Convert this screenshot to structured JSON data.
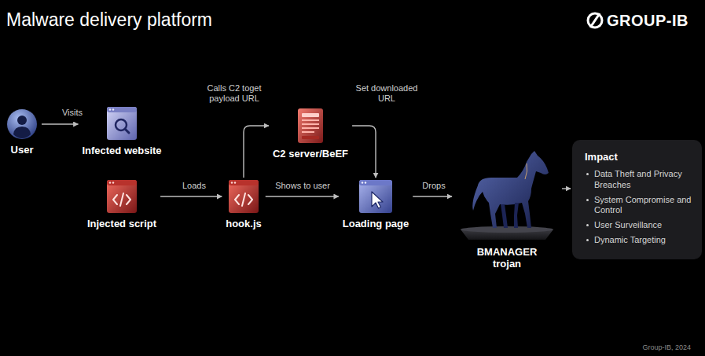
{
  "diagram": {
    "title": "Malware delivery platform",
    "nodes": [
      {
        "text": [
          "User"
        ]
      },
      {
        "text": [
          "Infected website"
        ]
      },
      {
        "text": [
          "Injected script"
        ]
      },
      {
        "text": [
          "hook.js"
        ]
      },
      {
        "text": [
          "C2 server/BeEF"
        ]
      },
      {
        "text": [
          "Loading page"
        ]
      },
      {
        "text": [
          "BMANAGER trojan"
        ]
      },
      {
        "text": [
          "Impact",
          "Data Theft and Privacy Breaches",
          "System Compromise and Control",
          "User Surveillance",
          "Dynamic Targeting"
        ]
      }
    ],
    "edges": [
      {
        "from": 0,
        "to": 1,
        "label": "Visits",
        "arrow": "to"
      },
      {
        "from": 2,
        "to": 3,
        "label": "Loads",
        "arrow": "to"
      },
      {
        "from": 3,
        "to": 4,
        "label": "Calls C2 toget payload URL",
        "arrow": "to"
      },
      {
        "from": 4,
        "to": 5,
        "label": "Set downloaded URL",
        "arrow": "to"
      },
      {
        "from": 3,
        "to": 5,
        "label": "Shows to user",
        "arrow": "to"
      },
      {
        "from": 5,
        "to": 6,
        "label": "Drops",
        "arrow": "to"
      },
      {
        "from": 6,
        "to": 7,
        "arrow": "to"
      }
    ],
    "labels": [
      "GROUP-IB",
      "Group-IB, 2024"
    ]
  }
}
